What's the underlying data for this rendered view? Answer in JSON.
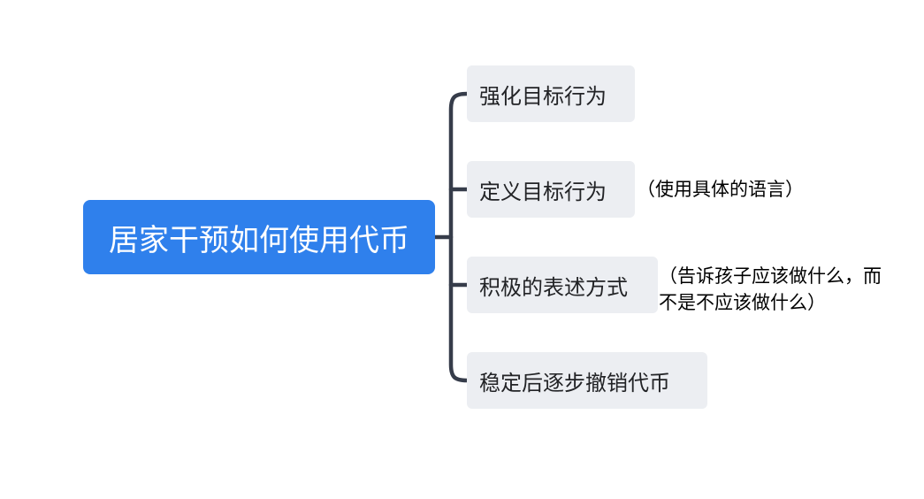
{
  "mindmap": {
    "root": "居家干预如何使用代币",
    "branches": [
      {
        "label": "强化目标行为"
      },
      {
        "label": "定义目标行为"
      },
      {
        "label": "积极的表述方式"
      },
      {
        "label": "稳定后逐步撤销代币"
      }
    ],
    "notes": {
      "define": "（使用具体的语言）",
      "positive_line1": "（告诉孩子应该做什么，而",
      "positive_line2": "不是不应该做什么）"
    }
  },
  "colors": {
    "root_bg": "#2f80ec",
    "root_text": "#ffffff",
    "node_bg": "#eceef2",
    "connector": "#363c4a"
  }
}
